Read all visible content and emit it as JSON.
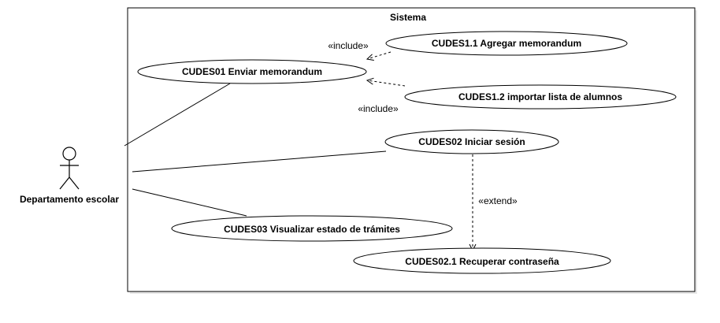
{
  "system": {
    "title": "Sistema"
  },
  "actor": {
    "name": "Departamento escolar"
  },
  "use_cases": {
    "uc_agregar": "CUDES1.1 Agregar memorandum",
    "uc_enviar": "CUDES01 Enviar memorandum",
    "uc_importar": "CUDES1.2  importar lista de alumnos",
    "uc_iniciar": "CUDES02 Iniciar sesión",
    "uc_visualizar": "CUDES03 Visualizar estado de trámites",
    "uc_recuperar": "CUDES02.1 Recuperar contraseña"
  },
  "relations": {
    "include_1": "«include»",
    "include_2": "«include»",
    "extend_1": "«extend»"
  },
  "colors": {
    "line": "#000000",
    "fill": "#ffffff",
    "shadow": "#bdbdbd"
  }
}
